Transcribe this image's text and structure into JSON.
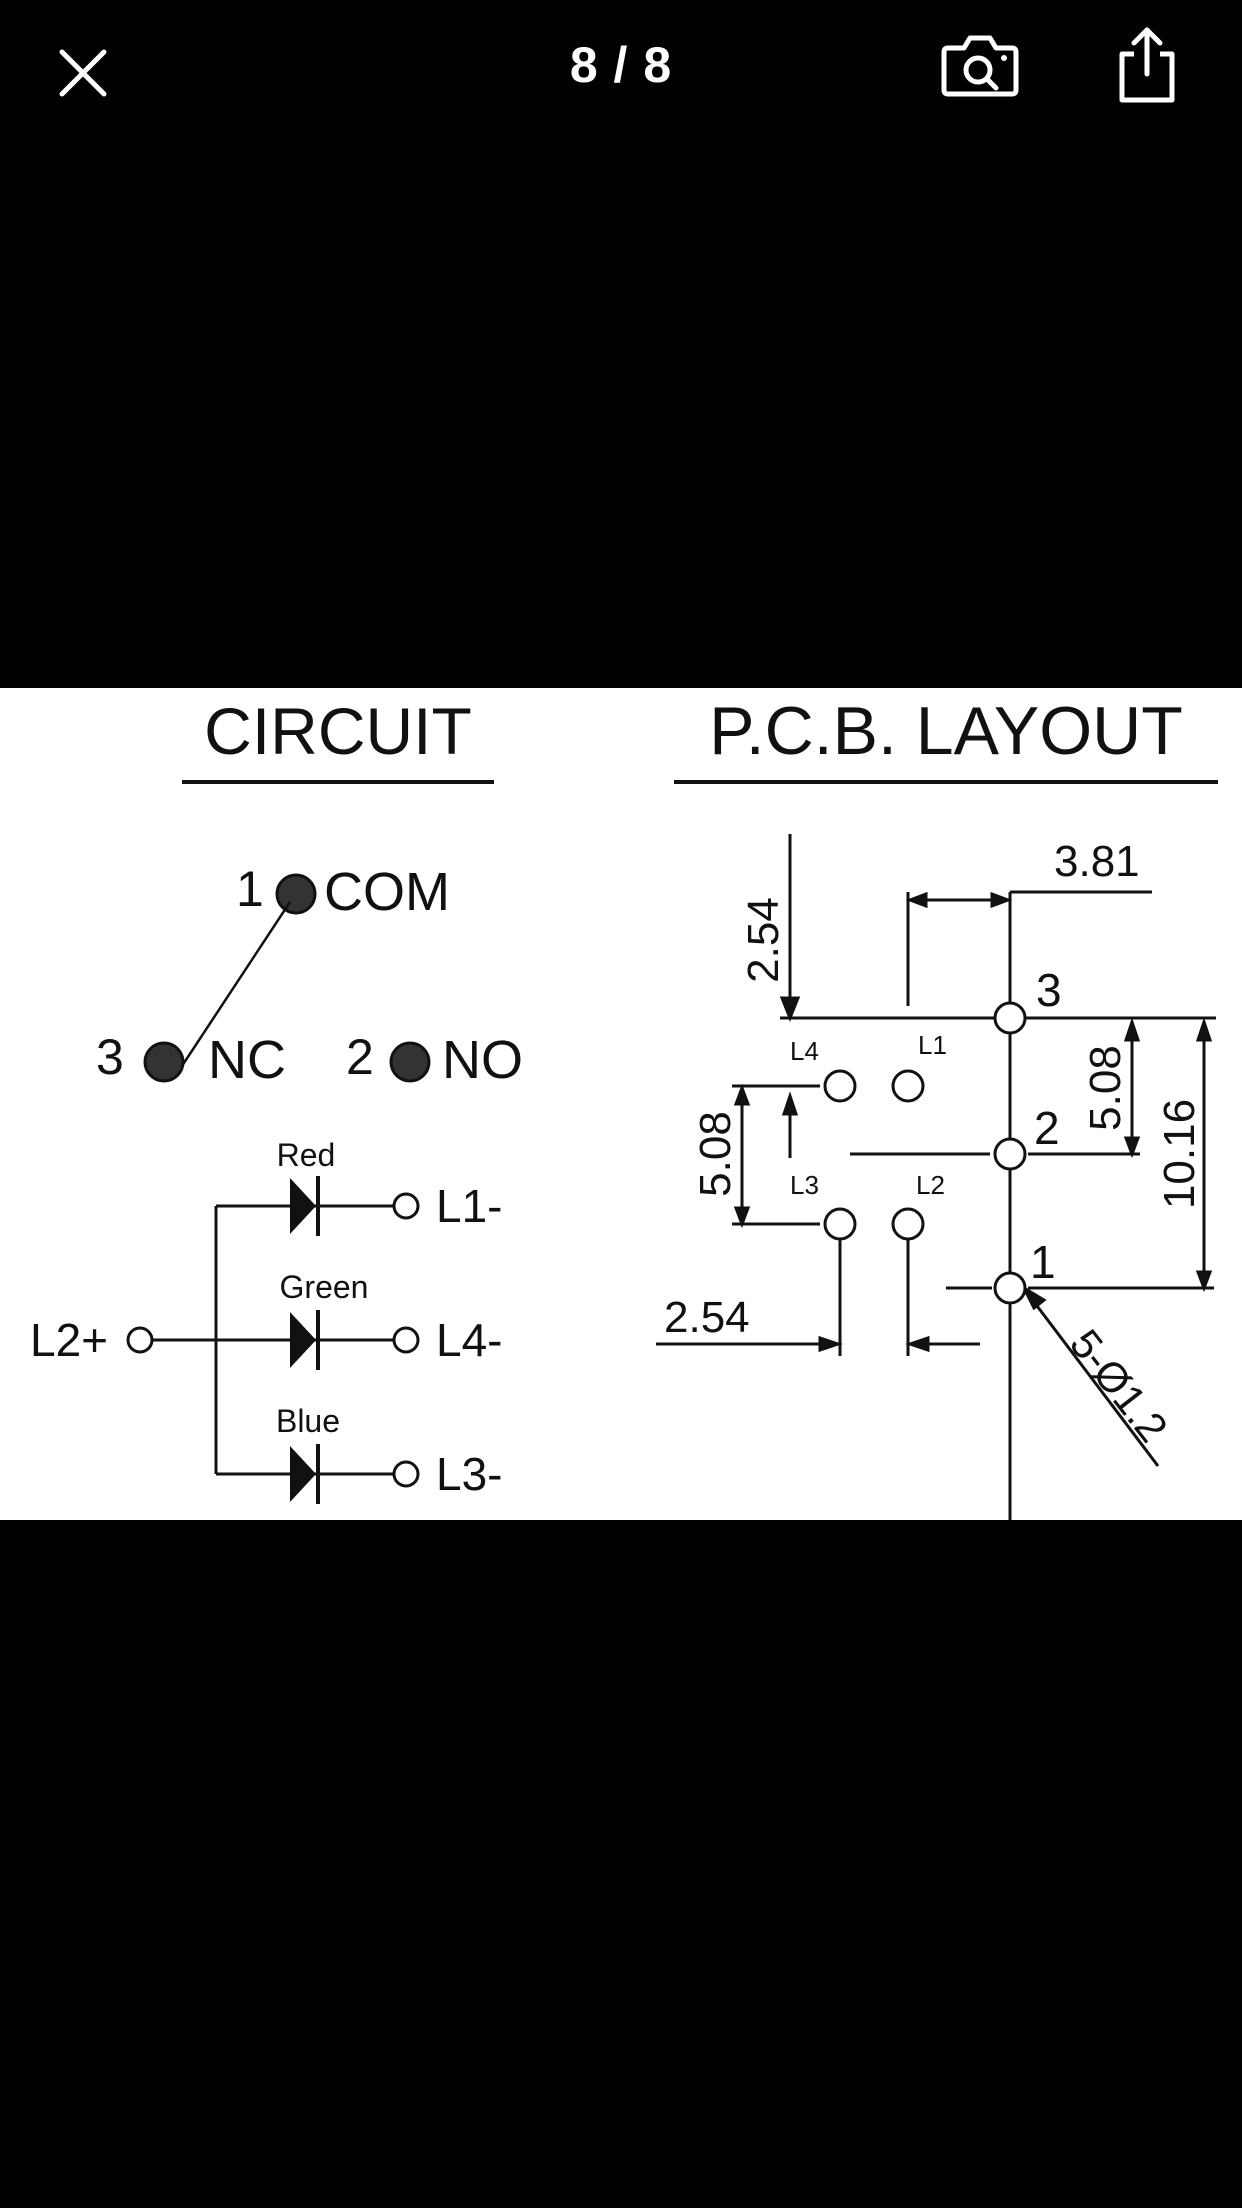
{
  "toolbar": {
    "counter": "8 / 8",
    "close_icon": "close-icon",
    "lens_icon": "camera-search-icon",
    "share_icon": "share-icon"
  },
  "diagram": {
    "circuit": {
      "title": "CIRCUIT",
      "switch": {
        "com_num": "1",
        "com_label": "COM",
        "nc_num": "3",
        "nc_label": "NC",
        "no_num": "2",
        "no_label": "NO"
      },
      "leds": {
        "red": "Red",
        "green": "Green",
        "blue": "Blue",
        "common": "L2+",
        "red_out": "L1-",
        "green_out": "L4-",
        "blue_out": "L3-"
      }
    },
    "pcb": {
      "title": "P.C.B. LAYOUT",
      "dim_top_left": "2.54",
      "dim_top": "3.81",
      "dim_left": "5.08",
      "dim_right_small": "5.08",
      "dim_right_large": "10.16",
      "dim_bottom": "2.54",
      "holes": "5-Ø1.2",
      "pin3": "3",
      "pin2": "2",
      "pin1": "1",
      "l4": "L4",
      "l1": "L1",
      "l3": "L3",
      "l2": "L2"
    }
  },
  "colors": {
    "background": "#000000",
    "paper": "#FFFFFF",
    "ink": "#111111"
  }
}
